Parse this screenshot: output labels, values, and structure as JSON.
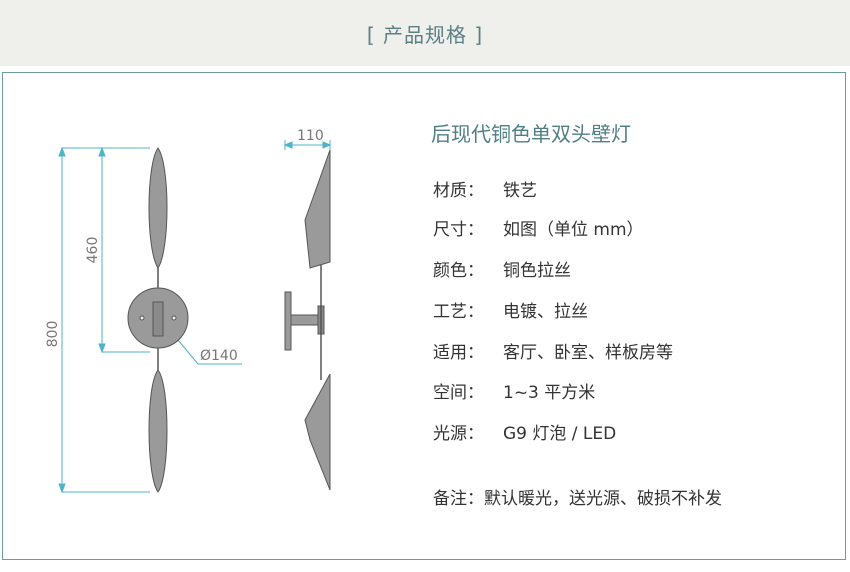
{
  "header": {
    "title": "[ 产品规格 ]"
  },
  "drawing": {
    "front_view": {
      "dim_total_height": "800",
      "dim_upper_height": "460",
      "dim_base_diameter": "Ø140"
    },
    "side_view": {
      "dim_depth": "110"
    }
  },
  "product": {
    "title": "后现代铜色单双头壁灯"
  },
  "specs": [
    {
      "label": "材质：",
      "value": "铁艺"
    },
    {
      "label": "尺寸：",
      "value": "如图（单位 mm）"
    },
    {
      "label": "颜色：",
      "value": "铜色拉丝"
    },
    {
      "label": "工艺：",
      "value": "电镀、拉丝"
    },
    {
      "label": "适用：",
      "value": "客厅、卧室、样板房等"
    },
    {
      "label": "空间：",
      "value": "1~3 平方米"
    },
    {
      "label": "光源：",
      "value": "G9 灯泡 / LED"
    }
  ],
  "note": "备注：默认暖光，送光源、破损不补发",
  "colors": {
    "accent": "#5b7f84",
    "dimension_line": "#4fb3c9",
    "shade_fill": "#9a9a9a"
  }
}
